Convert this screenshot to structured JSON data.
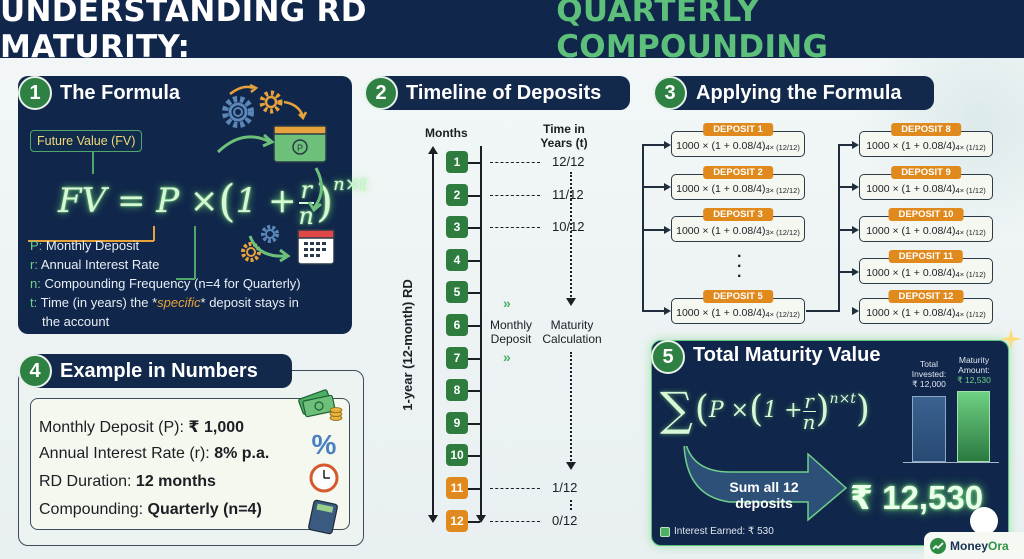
{
  "header": {
    "title_main": "UNDERSTANDING RD MATURITY:",
    "title_accent": "QUARTERLY COMPOUNDING"
  },
  "colors": {
    "navy": "#10264a",
    "green": "#2e7d3e",
    "accent_green": "#5cc07a",
    "orange": "#e08a1e",
    "background": "#eef3f4"
  },
  "section1": {
    "number": "1",
    "title": "The Formula",
    "fv_label": "Future Value (FV)",
    "formula": {
      "lhs": "FV = P ×",
      "one_plus": "1 +",
      "numerator": "r",
      "denominator": "n",
      "exponent": "n×t"
    },
    "definitions": [
      {
        "key": "P:",
        "text": " Monthly Deposit"
      },
      {
        "key": "r:",
        "text": " Annual Interest Rate"
      },
      {
        "key": "n:",
        "text": " Compounding Frequency (n=4 for Quarterly)"
      },
      {
        "key": "t:",
        "text_before": " Time (in years) the *",
        "emphasis": "specific",
        "text_after": "* deposit stays in",
        "text_line2": "the account"
      }
    ],
    "icons": [
      "gear-icon",
      "money-bill-icon",
      "calendar-icon"
    ]
  },
  "section2": {
    "number": "2",
    "title": "Timeline of Deposits",
    "months_header": "Months",
    "time_header_line1": "Time in",
    "time_header_line2": "Years (t)",
    "axis_label": "1-year (12-month) RD",
    "months": [
      {
        "label": "1",
        "color": "green",
        "t": "12/12"
      },
      {
        "label": "2",
        "color": "green",
        "t": "11/12"
      },
      {
        "label": "3",
        "color": "green",
        "t": "10/12"
      },
      {
        "label": "4",
        "color": "green",
        "t": ""
      },
      {
        "label": "5",
        "color": "green",
        "t": ""
      },
      {
        "label": "6",
        "color": "green",
        "t": ""
      },
      {
        "label": "7",
        "color": "green",
        "t": ""
      },
      {
        "label": "8",
        "color": "green",
        "t": ""
      },
      {
        "label": "9",
        "color": "green",
        "t": ""
      },
      {
        "label": "10",
        "color": "green",
        "t": ""
      },
      {
        "label": "11",
        "color": "orange",
        "t": "1/12"
      },
      {
        "label": "12",
        "color": "orange",
        "t": "0/12"
      }
    ],
    "monthly_deposit_line1": "Monthly",
    "monthly_deposit_line2": "Deposit",
    "maturity_calc_line1": "Maturity",
    "maturity_calc_line2": "Calculation"
  },
  "section3": {
    "number": "3",
    "title": "Applying the Formula",
    "base": "1000 × (1 + 0.08/4)",
    "left_deposits": [
      {
        "tag": "DEPOSIT 1",
        "exp": "4× (12/12)"
      },
      {
        "tag": "DEPOSIT 2",
        "exp": "3× (12/12)"
      },
      {
        "tag": "DEPOSIT 3",
        "exp": "3× (12/12)"
      },
      {
        "tag": "DEPOSIT 5",
        "exp": "4× (12/12)"
      }
    ],
    "right_deposits": [
      {
        "tag": "DEPOSIT 8",
        "exp": "4× (1/12)"
      },
      {
        "tag": "DEPOSIT 9",
        "exp": "4× (1/12)"
      },
      {
        "tag": "DEPOSIT 10",
        "exp": "4× (1/12)"
      },
      {
        "tag": "DEPOSIT 11",
        "exp": "4× (1/12)"
      },
      {
        "tag": "DEPOSIT 12",
        "exp": "4× (1/12)"
      }
    ],
    "ellipsis": "⋮"
  },
  "section4": {
    "number": "4",
    "title": "Example in Numbers",
    "rows": [
      {
        "label": "Monthly Deposit (P): ",
        "value": "₹ 1,000",
        "icon": "money-icon"
      },
      {
        "label": "Annual Interest Rate (r): ",
        "value": "8% p.a.",
        "icon": "percent-icon"
      },
      {
        "label": "RD Duration: ",
        "value": "12 months",
        "icon": "clock-icon"
      },
      {
        "label": "Compounding: ",
        "value": "Quarterly (n=4)",
        "icon": "calculator-icon"
      }
    ]
  },
  "section5": {
    "number": "5",
    "title": "Total Maturity Value",
    "formula": {
      "sigma": "∑",
      "p_times": "P ×",
      "one_plus": "1 +",
      "numerator": "r",
      "denominator": "n",
      "exponent": "n×t"
    },
    "bar_invested_line1": "Total",
    "bar_invested_line2": "Invested:",
    "bar_invested_value": "₹ 12,000",
    "bar_maturity_line1": "Maturity",
    "bar_maturity_line2": "Amount:",
    "bar_maturity_value": "₹ 12,530",
    "sum_text_line1": "Sum all 12",
    "sum_text_line2": "deposits",
    "total": "₹ 12,530",
    "interest_earned": "Interest Earned: ₹ 530"
  },
  "brand": {
    "name_part1": "Money",
    "name_part2": "Ora"
  },
  "chart_data": {
    "type": "bar",
    "title": "Total Maturity Value",
    "categories": [
      "Total Invested",
      "Maturity Amount"
    ],
    "values": [
      12000,
      12530
    ],
    "ylabel": "₹",
    "annotations": [
      "Interest Earned: ₹ 530"
    ]
  }
}
